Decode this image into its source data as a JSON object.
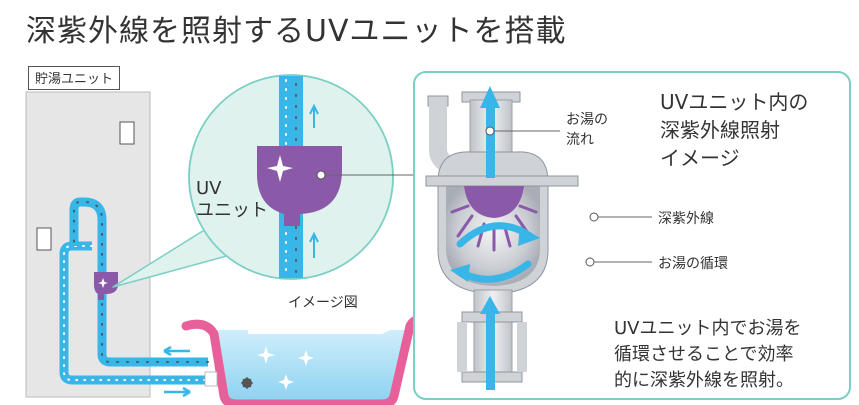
{
  "title": "深紫外線を照射するUVユニットを搭載",
  "tank_label": "貯湯ユニット",
  "uv_unit_label_line1": "UV",
  "uv_unit_label_line2": "ユニット",
  "image_caption": "イメージ図",
  "panel": {
    "heading_line1": "UVユニット内の",
    "heading_line2": "深紫外線照射",
    "heading_line3": "イメージ",
    "flow_label_line1": "お湯の",
    "flow_label_line2": "流れ",
    "uv_light_label": "深紫外線",
    "circulation_label": "お湯の循環",
    "desc_line1": "UVユニット内でお湯を",
    "desc_line2": "循環させることで効率",
    "desc_line3": "的に深紫外線を照射。"
  },
  "colors": {
    "water_blue": "#38b6e8",
    "pipe_dark": "#4a5a6a",
    "uv_purple": "#8a5aa8",
    "bath_pink": "#e8609a",
    "panel_border": "#7ccfc4",
    "zoom_fill": "#dff2ee"
  }
}
